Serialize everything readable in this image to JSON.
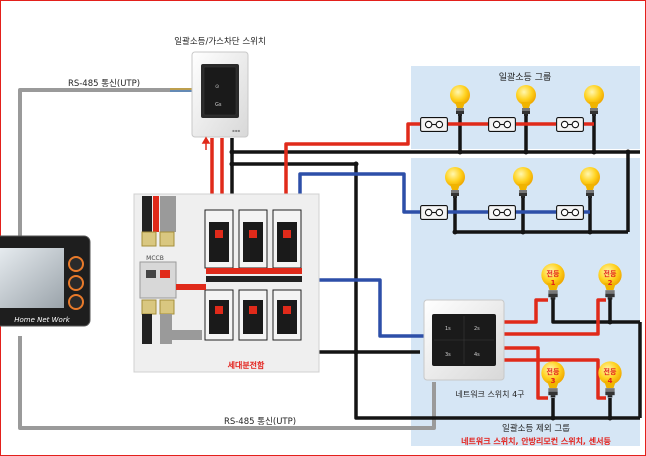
{
  "labels": {
    "master_switch": "일괄소등/가스차단 스위치",
    "rs485_top": "RS-485 통신(UTP)",
    "rs485_bottom": "RS-485 통신(UTP)",
    "group_off": "일괄소등 그룹",
    "panel": "세대분전함",
    "mccb": "MCCB",
    "network_switch": "네트워크 스위치 4구",
    "excluded_group": "일괄소등 제외 그룹",
    "excluded_sub": "네트워크 스위치, 안방리모컨 스위치, 센서등",
    "home_net": "Home Net Work"
  },
  "lamps_excluded": [
    {
      "label": "전등1",
      "top": "전등",
      "num": "1"
    },
    {
      "label": "전등2",
      "top": "전등",
      "num": "2"
    },
    {
      "label": "전등3",
      "top": "전등",
      "num": "3"
    },
    {
      "label": "전등4",
      "top": "전등",
      "num": "4"
    }
  ],
  "switch_keys": [
    "1s",
    "2s",
    "3s",
    "4s"
  ],
  "colors": {
    "group_bg": "#d6e6f5",
    "wire_red": "#e02a1a",
    "wire_black": "#141414",
    "wire_blue": "#2d4fa8",
    "wire_gray": "#9a9a9a",
    "accent_red": "#e3201b",
    "bulb": "#ffd21f"
  }
}
